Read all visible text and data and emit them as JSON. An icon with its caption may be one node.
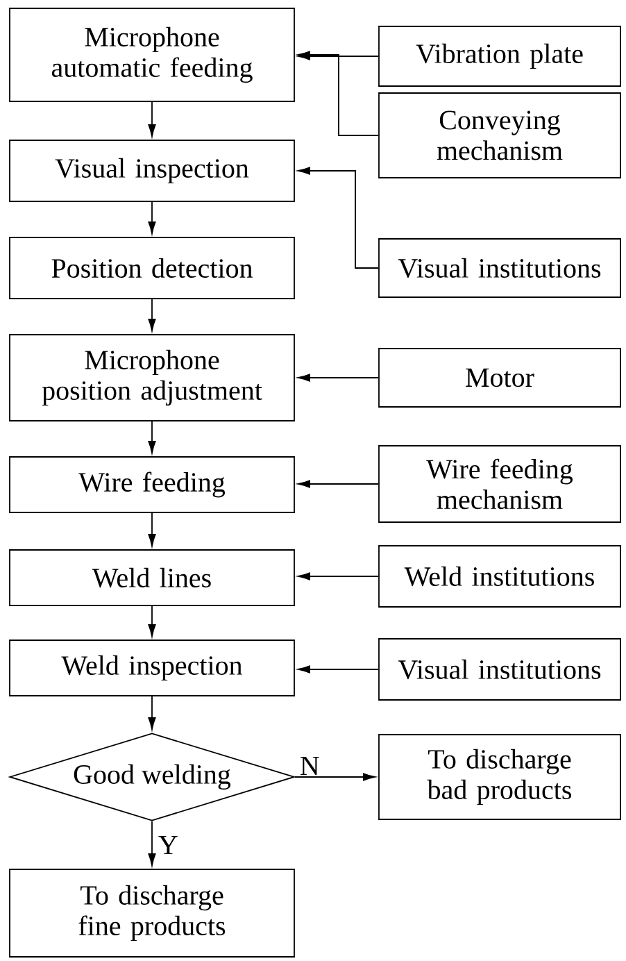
{
  "diagram": {
    "nodes": [
      {
        "text": [
          "Microphone automatic feeding"
        ]
      },
      {
        "text": [
          "Vibration plate"
        ]
      },
      {
        "text": [
          "Conveying mechanism"
        ]
      },
      {
        "text": [
          "Visual inspection"
        ]
      },
      {
        "text": [
          "Position detection"
        ]
      },
      {
        "text": [
          "Visual institutions"
        ]
      },
      {
        "text": [
          "Microphone position adjustment"
        ]
      },
      {
        "text": [
          "Motor"
        ]
      },
      {
        "text": [
          "Wire feeding"
        ]
      },
      {
        "text": [
          "Wire feeding mechanism"
        ]
      },
      {
        "text": [
          "Weld lines"
        ]
      },
      {
        "text": [
          "Weld institutions"
        ]
      },
      {
        "text": [
          "Weld inspection"
        ]
      },
      {
        "text": [
          "Visual institutions"
        ]
      },
      {
        "text": [
          "Good welding"
        ]
      },
      {
        "text": [
          "To discharge bad products"
        ]
      },
      {
        "text": [
          "To discharge fine products"
        ]
      }
    ],
    "edges": [
      {
        "from": 1,
        "to": 0,
        "arrow": "to"
      },
      {
        "from": 2,
        "to": 0,
        "arrow": "to"
      },
      {
        "from": 0,
        "to": 3,
        "arrow": "to"
      },
      {
        "from": 5,
        "to": 3,
        "arrow": "to"
      },
      {
        "from": 3,
        "to": 4,
        "arrow": "to"
      },
      {
        "from": 4,
        "to": 6,
        "arrow": "to"
      },
      {
        "from": 7,
        "to": 6,
        "arrow": "to"
      },
      {
        "from": 6,
        "to": 8,
        "arrow": "to"
      },
      {
        "from": 9,
        "to": 8,
        "arrow": "to"
      },
      {
        "from": 8,
        "to": 10,
        "arrow": "to"
      },
      {
        "from": 11,
        "to": 10,
        "arrow": "to"
      },
      {
        "from": 10,
        "to": 12,
        "arrow": "to"
      },
      {
        "from": 13,
        "to": 12,
        "arrow": "to"
      },
      {
        "from": 12,
        "to": 14,
        "arrow": "to"
      },
      {
        "from": 14,
        "to": 15,
        "arrow": "to",
        "label": "N"
      },
      {
        "from": 14,
        "to": 16,
        "arrow": "to",
        "label": "Y"
      }
    ]
  }
}
